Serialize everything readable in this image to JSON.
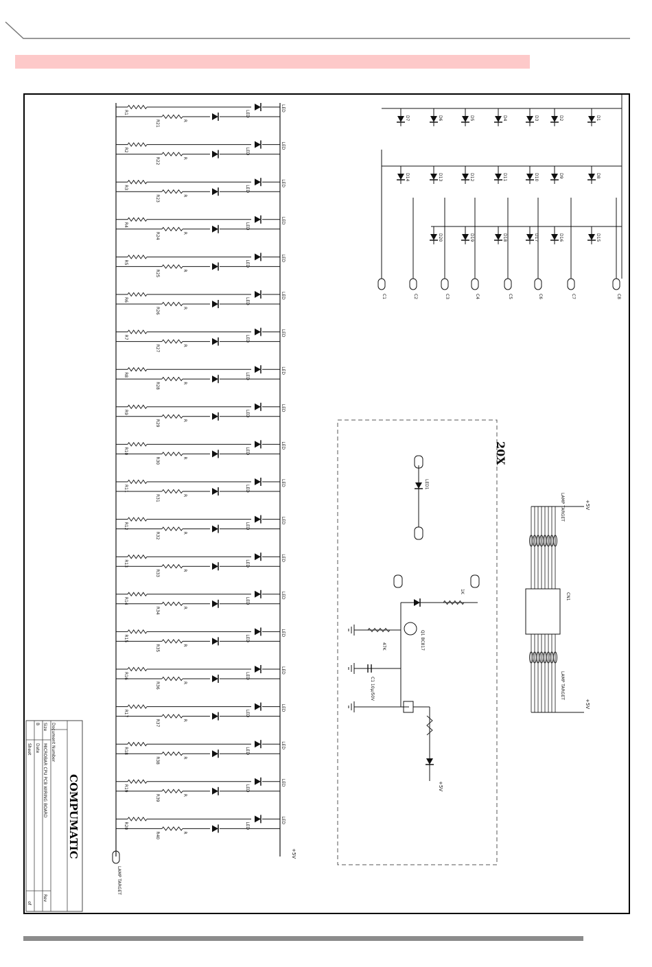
{
  "banner": {
    "text": ""
  },
  "schematic": {
    "company": "COMPUMATIC",
    "document_number_label": "Document Number",
    "title": "MICROBAR CPU PCB WIRING BOARD",
    "size_label": "Size",
    "size_value": "B",
    "rev_label": "Rev",
    "sheet_label": "Sheet",
    "sheet_of": "of",
    "date_label": "Date",
    "block_label": "20X",
    "supply_label": "+5V",
    "lamp_target_label": "LAMP TARGET",
    "connector_label": "CN1",
    "resistor_label": "R",
    "diode_label": "LED",
    "row_count": 20,
    "left_column_refs": [
      "R1",
      "R2",
      "R3",
      "R4",
      "R5",
      "R6",
      "R7",
      "R8",
      "R9",
      "R10",
      "R11",
      "R12",
      "R13",
      "R14",
      "R15",
      "R16",
      "R17",
      "R18",
      "R19",
      "R20"
    ],
    "right_column_refs": [
      "R21",
      "R22",
      "R23",
      "R24",
      "R25",
      "R26",
      "R27",
      "R28",
      "R29",
      "R30",
      "R31",
      "R32",
      "R33",
      "R34",
      "R35",
      "R36",
      "R37",
      "R38",
      "R39",
      "R40"
    ],
    "matrix_top_refs": [
      "D1",
      "D2",
      "D3",
      "D4",
      "D5",
      "D6",
      "D7"
    ],
    "matrix_mid_refs": [
      "D8",
      "D9",
      "D10",
      "D11",
      "D12",
      "D13",
      "D14"
    ],
    "matrix_bot_refs": [
      "D15",
      "D16",
      "D17",
      "D18",
      "D19",
      "D20"
    ],
    "matrix_terminals": [
      "C1",
      "C2",
      "C3",
      "C4",
      "C5",
      "C6",
      "C7",
      "C8"
    ],
    "transistor_ref": "Q1",
    "transistor_part": "BC817",
    "led_ref": "LED1",
    "cap_ref": "C1",
    "cap_value": "10µ/50V",
    "resistor_value": "47K",
    "resistor_value2": "1K"
  }
}
